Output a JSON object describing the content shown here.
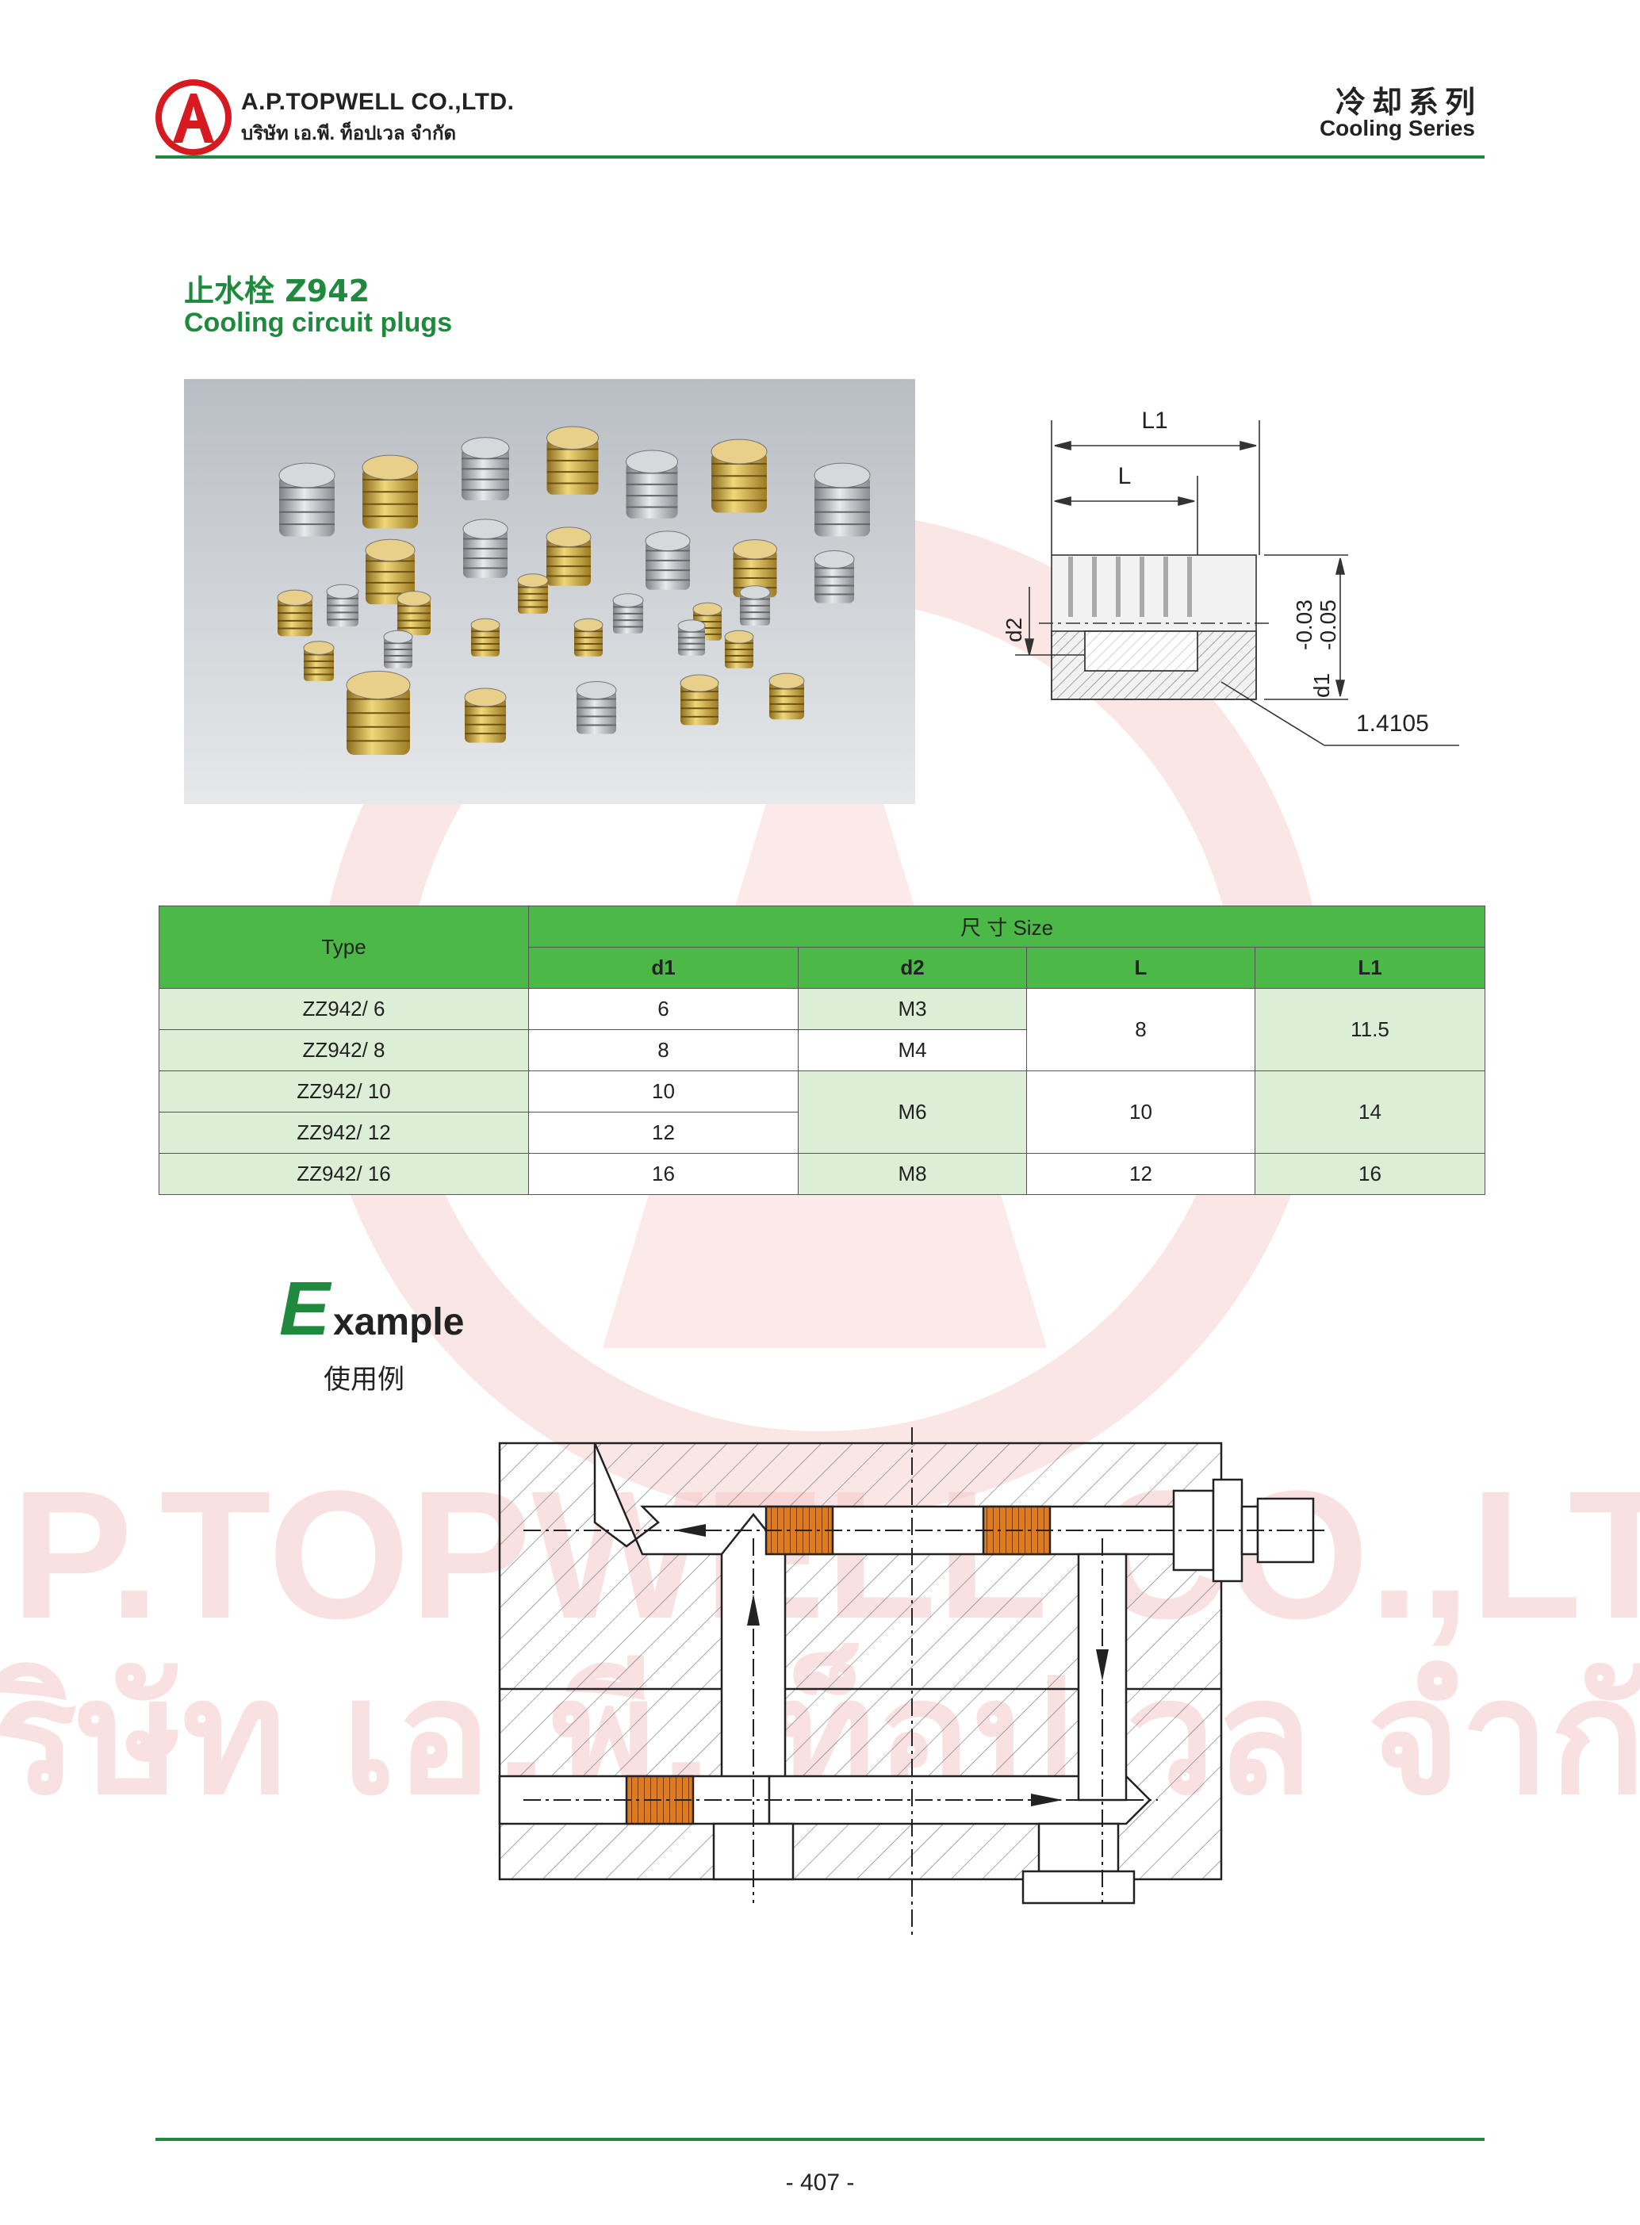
{
  "header": {
    "company_en": "A.P.TOPWELL CO.,LTD.",
    "company_th": "บริษัท เอ.พี. ท็อปเวล จำกัด",
    "series_cn": "冷却系列",
    "series_en": "Cooling Series",
    "logo_letter": "A"
  },
  "watermark": {
    "line1": "A.P.TOPWELL CO.,LTD",
    "line2": "บริษัท เอ.พี. ท็อปเวล จำกัด"
  },
  "product": {
    "title_cn": "止水栓  Z942",
    "title_en": "Cooling circuit plugs"
  },
  "drawing": {
    "L1": "L1",
    "L": "L",
    "d2": "d2",
    "d1": "d1",
    "tol_upper": "-0.03",
    "tol_lower": "-0.05",
    "material": "1.4105"
  },
  "table": {
    "type_header": "Type",
    "size_header": "尺 寸 Size",
    "columns": [
      "d1",
      "d2",
      "L",
      "L1"
    ],
    "rows": [
      {
        "type": "ZZ942/ 6",
        "d1": "6"
      },
      {
        "type": "ZZ942/ 8",
        "d1": "8"
      },
      {
        "type": "ZZ942/ 10",
        "d1": "10"
      },
      {
        "type": "ZZ942/ 12",
        "d1": "12"
      },
      {
        "type": "ZZ942/ 16",
        "d1": "16"
      }
    ],
    "d2_groups": [
      "M3",
      "M4",
      "M6",
      "M8"
    ],
    "L_groups": [
      "8",
      "10",
      "12"
    ],
    "L1_groups": [
      "11.5",
      "14",
      "16"
    ]
  },
  "example": {
    "big_letter": "E",
    "rest": "xample",
    "cn": "使用例"
  },
  "footer": {
    "page_number": "- 407 -"
  }
}
